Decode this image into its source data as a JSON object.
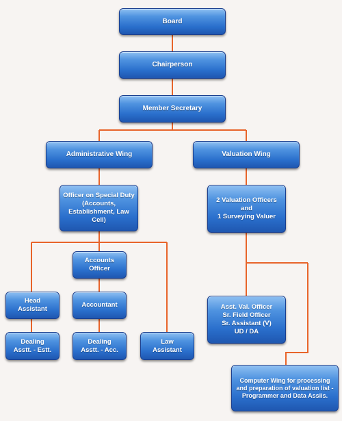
{
  "diagram": {
    "edge_color": "#e8642a",
    "node_color": "#2a6fcc",
    "nodes": {
      "board": "Board",
      "chairperson": "Chairperson",
      "member_secretary": "Member Secretary",
      "administrative_wing": "Administrative Wing",
      "valuation_wing": "Valuation Wing",
      "officer_special_duty": "Officer on Special Duty\n(Accounts,\nEstablishment, Law Cell)",
      "valuation_officers": "2 Valuation Officers\nand\n1 Surveying Valuer",
      "accounts_officer": "Accounts\nOfficer",
      "head_assistant": "Head\nAssistant",
      "accountant": "Accountant",
      "dealing_estt": "Dealing\nAsstt. - Estt.",
      "dealing_acc": "Dealing\nAsstt. - Acc.",
      "law_assistant": "Law\nAssistant",
      "asst_val_officer": "Asst. Val. Officer\nSr. Field Officer\nSr. Assistant (V)\nUD / DA",
      "computer_wing": "Computer Wing for processing\nand preparation of valuation list -\nProgrammer and Data Assiis."
    }
  }
}
